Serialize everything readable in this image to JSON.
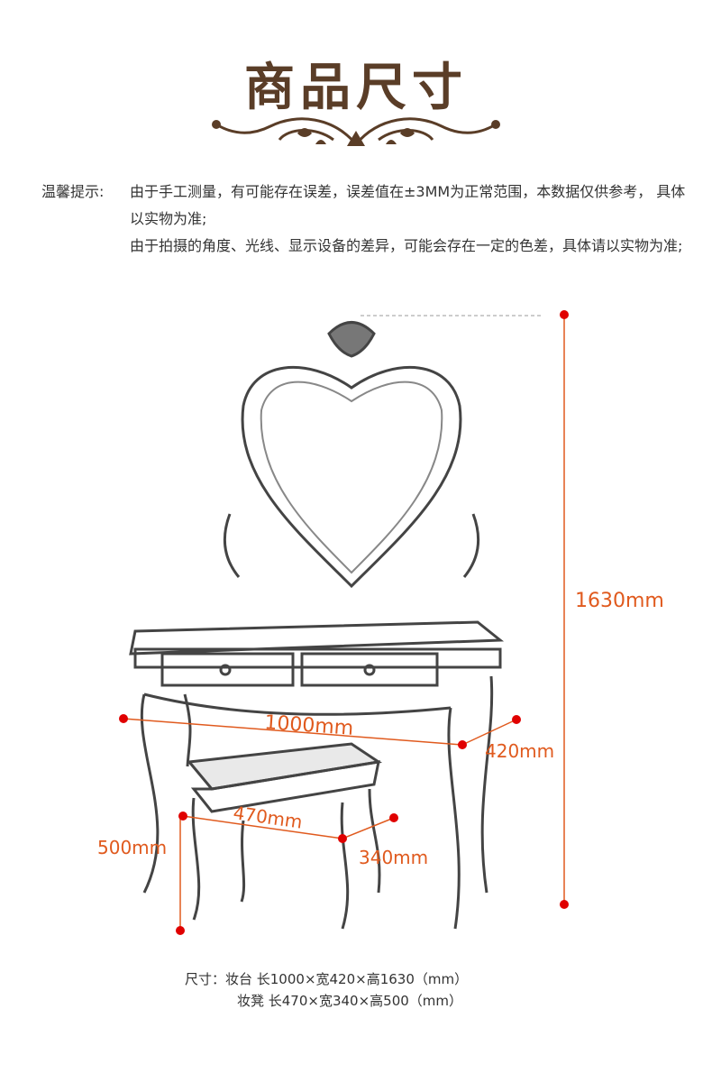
{
  "header": {
    "title": "商品尺寸"
  },
  "notice": {
    "label": "温馨提示:",
    "lines": [
      "由于手工测量，有可能存在误差，误差值在±3MM为正常范围，本数据仅供参考，   具体以实物为准;",
      "由于拍摄的角度、光线、显示设备的差异，可能会存在一定的色差，具体请以实物为准;"
    ]
  },
  "dimensions": {
    "height": "1630mm",
    "table_length": "1000mm",
    "table_width": "420mm",
    "stool_height": "500mm",
    "stool_length": "470mm",
    "stool_width": "340mm"
  },
  "caption": {
    "line1": "尺寸：妆台 长1000×宽420×高1630（mm）",
    "line2": "妆凳 长470×宽340×高500（mm）"
  },
  "colors": {
    "title": "#5a3d27",
    "dimension": "#e05a1e",
    "marker": "#e00000"
  }
}
